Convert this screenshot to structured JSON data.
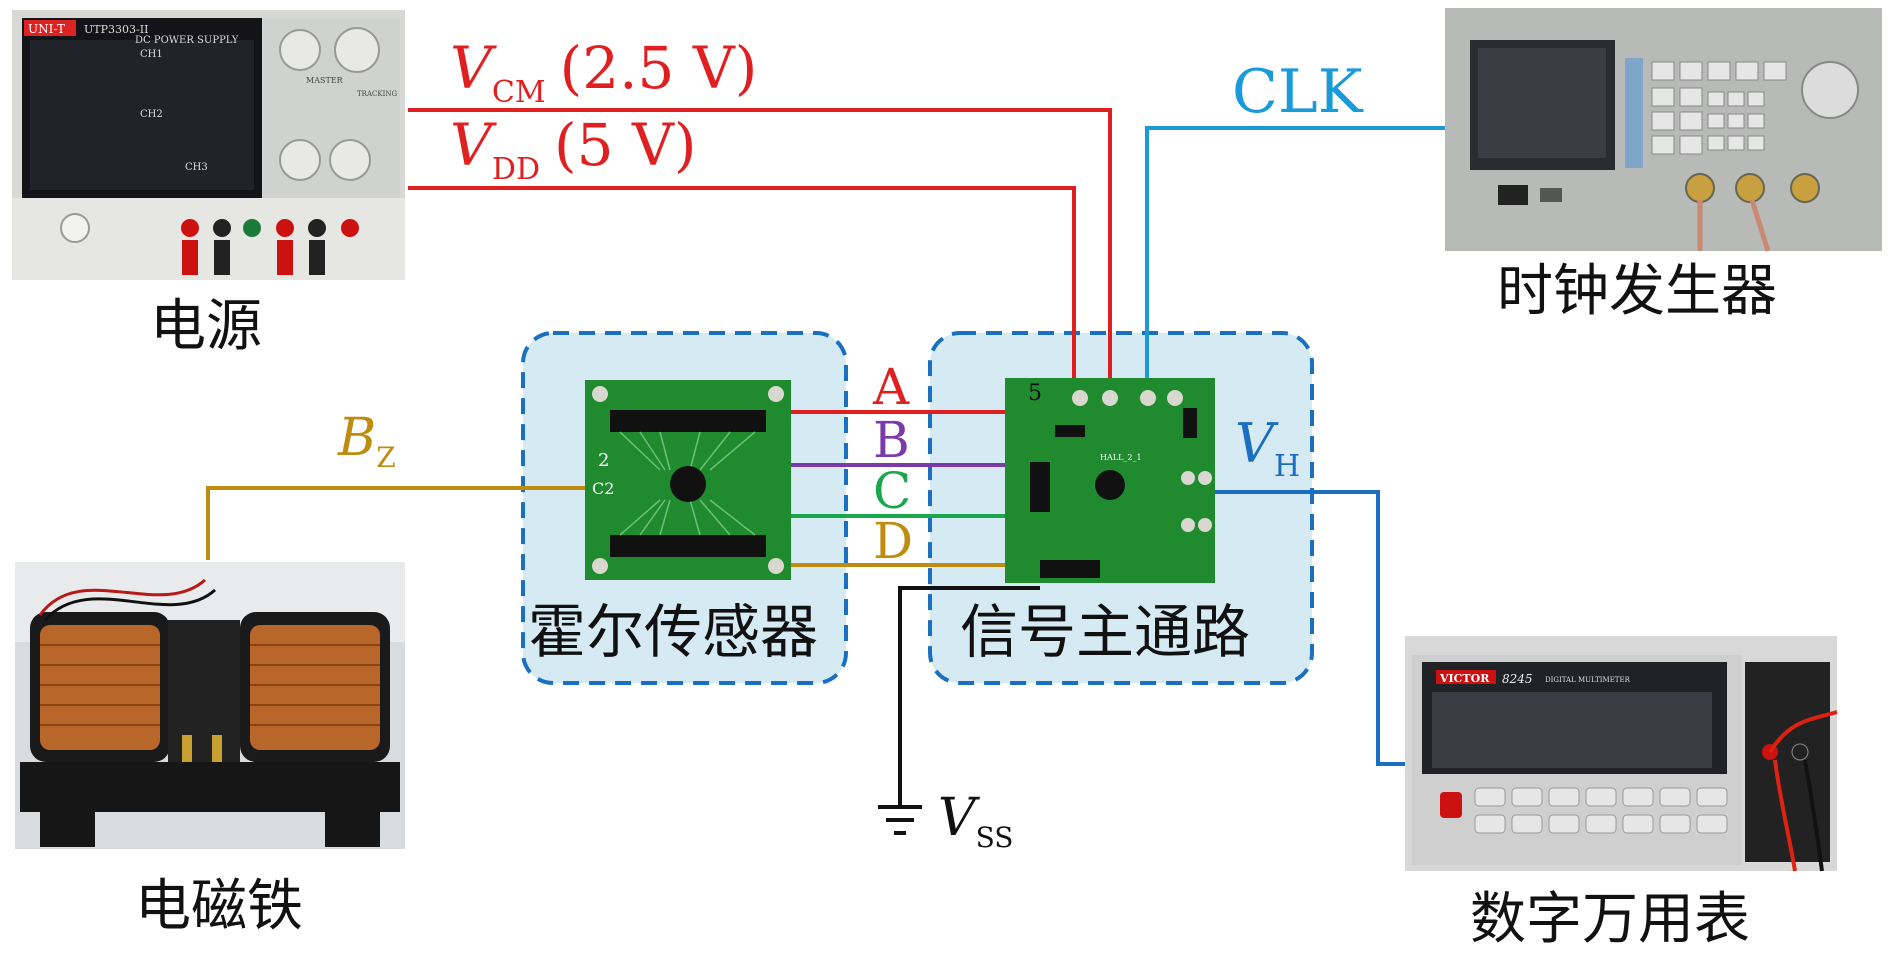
{
  "devices": {
    "power_supply": {
      "caption": "电源",
      "panel": {
        "brand": "UNI-T",
        "model": "UTP3303-II",
        "type_label": "DC POWER SUPPLY",
        "ch1": "CH1",
        "ch2": "CH2",
        "ch3": "CH3",
        "master": "MASTER",
        "tracking": "TRACKING"
      }
    },
    "clock_generator": {
      "caption": "时钟发生器"
    },
    "electromagnet": {
      "caption": "电磁铁"
    },
    "multimeter": {
      "caption": "数字万用表",
      "panel": {
        "brand": "VICTOR",
        "model": "8245",
        "type_label": "DIGITAL MULTIMETER"
      }
    }
  },
  "boards": {
    "hall_sensor": {
      "caption": "霍尔传感器",
      "pin_label": "C2",
      "silk_mark": "2"
    },
    "signal_path": {
      "caption": "信号主通路",
      "silk_mark": "5",
      "chip_label": "HALL_2_1"
    }
  },
  "signals": {
    "vcm": {
      "symbol": "V",
      "sub": "CM",
      "value": "(2.5 V)"
    },
    "vdd": {
      "symbol": "V",
      "sub": "DD",
      "value": "(5 V)"
    },
    "clk": {
      "label": "CLK"
    },
    "bz": {
      "symbol": "B",
      "sub": "Z"
    },
    "vh": {
      "symbol": "V",
      "sub": "H"
    },
    "vss": {
      "symbol": "V",
      "sub": "SS"
    },
    "lines": [
      "A",
      "B",
      "C",
      "D"
    ]
  },
  "colors": {
    "power_line": "#e02020",
    "clk_line": "#1a9ad9",
    "bz_line": "#c08c10",
    "vh_line": "#1a6fc0",
    "line_a": "#e02020",
    "line_b": "#7a3aa8",
    "line_c": "#1aa64a",
    "line_d": "#c08c10",
    "ground": "#111111",
    "box_fill": "#d6eaf3",
    "box_border": "#1a6fc0",
    "pcb_green": "#1f8a2e"
  }
}
